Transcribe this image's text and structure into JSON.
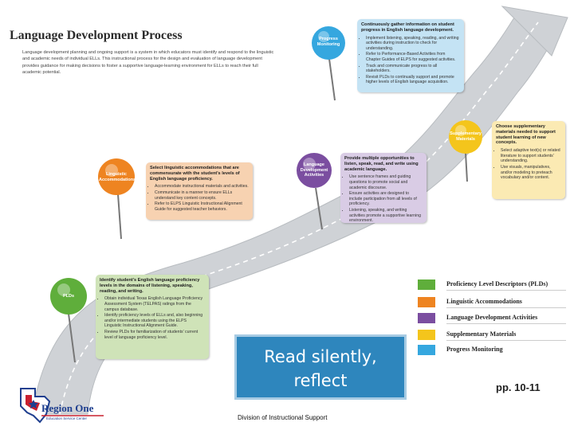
{
  "title": "Language Development Process",
  "intro": "Language development planning and ongoing support is a system in which educators must identify and respond to the linguistic and academic needs of individual ELLs. This instructional process for the design and evaluation of language development provides guidance for making decisions to foster a supportive language-learning environment for ELLs to reach their full academic potential.",
  "colors": {
    "green": "#5fae3b",
    "orange": "#ee8421",
    "purple": "#7b4ea0",
    "yellow": "#f4c51c",
    "blue": "#35a7df",
    "path": "#cfd2d6",
    "callout": "#2e86bd"
  },
  "pins": {
    "plds": {
      "label": "PLDs"
    },
    "linguistic": {
      "label": "Linguistic Accommodations"
    },
    "activities": {
      "label": "Language Development Activities"
    },
    "materials": {
      "label": "Supplementary Materials"
    },
    "progress": {
      "label": "Progress Monitoring"
    }
  },
  "cards": {
    "plds": {
      "heading": "Identify student's English language proficiency levels in the domains of listening, speaking, reading, and writing.",
      "bullets": [
        "Obtain individual Texas English Language Proficiency Assessment System (TELPAS) ratings from the campus database.",
        "Identify proficiency levels of ELLs and, also beginning and/or intermediate students using the ELPS Linguistic Instructional Alignment Guide.",
        "Review PLDs for familiarization of students' current level of language proficiency level."
      ]
    },
    "linguistic": {
      "heading": "Select linguistic accommodations that are commensurate with the student's levels of English language proficiency.",
      "bullets": [
        "Accommodate instructional materials and activities.",
        "Communicate in a manner to ensure ELLs understand key content concepts.",
        "Refer to ELPS Linguistic Instructional Alignment Guide for suggested teacher behaviors."
      ]
    },
    "activities": {
      "heading": "Provide multiple opportunities to listen, speak, read, and write using academic language.",
      "bullets": [
        "Use sentence frames and guiding questions to promote social and academic discourse.",
        "Ensure activities are designed to include participation from all levels of proficiency.",
        "Listening, speaking, and writing activities promote a supportive learning environment."
      ]
    },
    "materials": {
      "heading": "Choose supplementary materials needed to support student learning of new concepts.",
      "bullets": [
        "Select adaptive text(s) or related literature to support students' understanding.",
        "Use visuals, manipulatives, and/or modeling to preteach vocabulary and/or content."
      ]
    },
    "progress": {
      "heading": "Continuously gather information on student progress in English language development.",
      "bullets": [
        "Implement listening, speaking, reading, and writing activities during instruction to check for understanding.",
        "Refer to Performance-Based Activities from Chapter Guides of ELPS for suggested activities.",
        "Track and communicate progress to all stakeholders.",
        "Revisit PLDs to continually support and promote higher levels of English language acquisition."
      ]
    }
  },
  "legend": [
    {
      "label": "Proficiency Level Descriptors (PLDs)",
      "color": "#5fae3b"
    },
    {
      "label": "Linguistic Accommodations",
      "color": "#ee8421"
    },
    {
      "label": "Language Development Activities",
      "color": "#7b4ea0"
    },
    {
      "label": "Supplementary Materials",
      "color": "#f4c51c"
    },
    {
      "label": "Progress Monitoring",
      "color": "#35a7df"
    }
  ],
  "callout": {
    "line1": "Read silently,",
    "line2": "reflect"
  },
  "footer": "Division of Instructional Support",
  "pages": "pp. 10-11",
  "logo": {
    "name": "Region One",
    "subtitle": "Education Service Center"
  }
}
